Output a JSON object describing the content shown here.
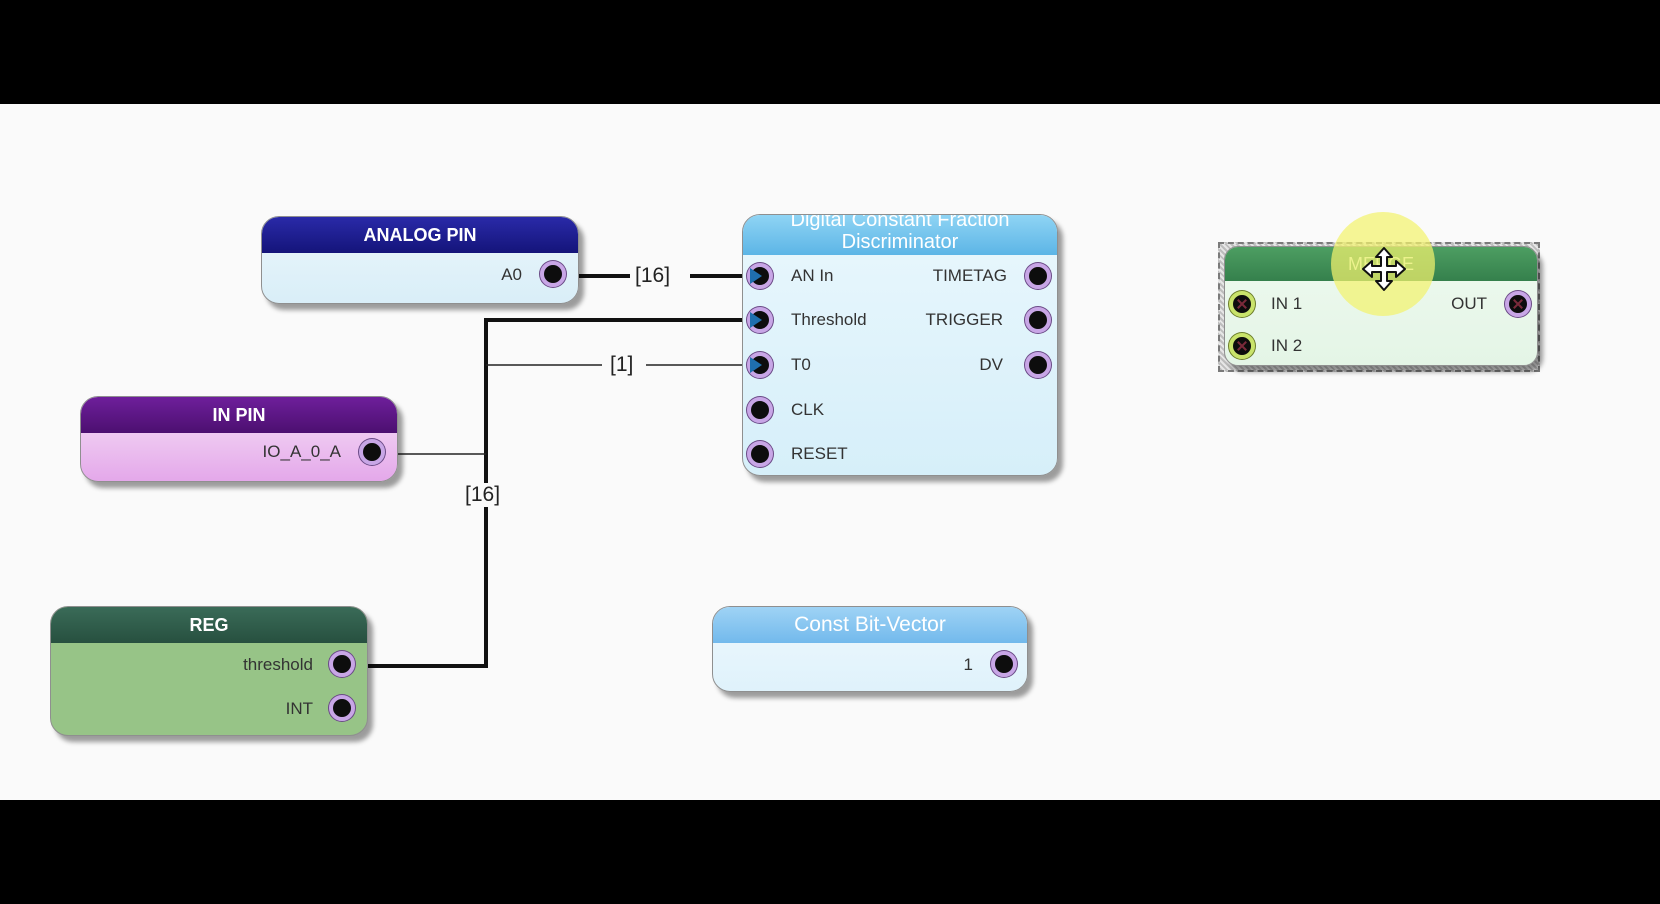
{
  "nodes": {
    "analog_pin": {
      "title": "ANALOG PIN",
      "port": "A0"
    },
    "in_pin": {
      "title": "IN PIN",
      "port": "IO_A_0_A"
    },
    "reg": {
      "title": "REG",
      "ports": [
        "threshold",
        "INT"
      ]
    },
    "dcfd": {
      "title_line1": "Digital Constant Fraction",
      "title_line2": "Discriminator",
      "inputs": [
        "AN In",
        "Threshold",
        "T0",
        "CLK",
        "RESET"
      ],
      "outputs": [
        "TIMETAG",
        "TRIGGER",
        "DV"
      ]
    },
    "const_bv": {
      "title": "Const Bit-Vector",
      "port": "1"
    },
    "merge": {
      "title": "MERGE",
      "inputs": [
        "IN 1",
        "IN 2"
      ],
      "output": "OUT"
    }
  },
  "wires": {
    "label_an_in": "[16]",
    "label_t0": "[1]",
    "label_threshold": "[16]"
  },
  "icons": {
    "cursor": "move-cursor-icon"
  },
  "colors": {
    "analog_pin": "#1d1d8c",
    "in_pin": "#5e1785",
    "reg": "#2f5b4b",
    "dcfd": "#6fbfea",
    "const_bv": "#84c3ef",
    "merge": "#3f8e57",
    "port_ring": "#c8a6e6"
  }
}
